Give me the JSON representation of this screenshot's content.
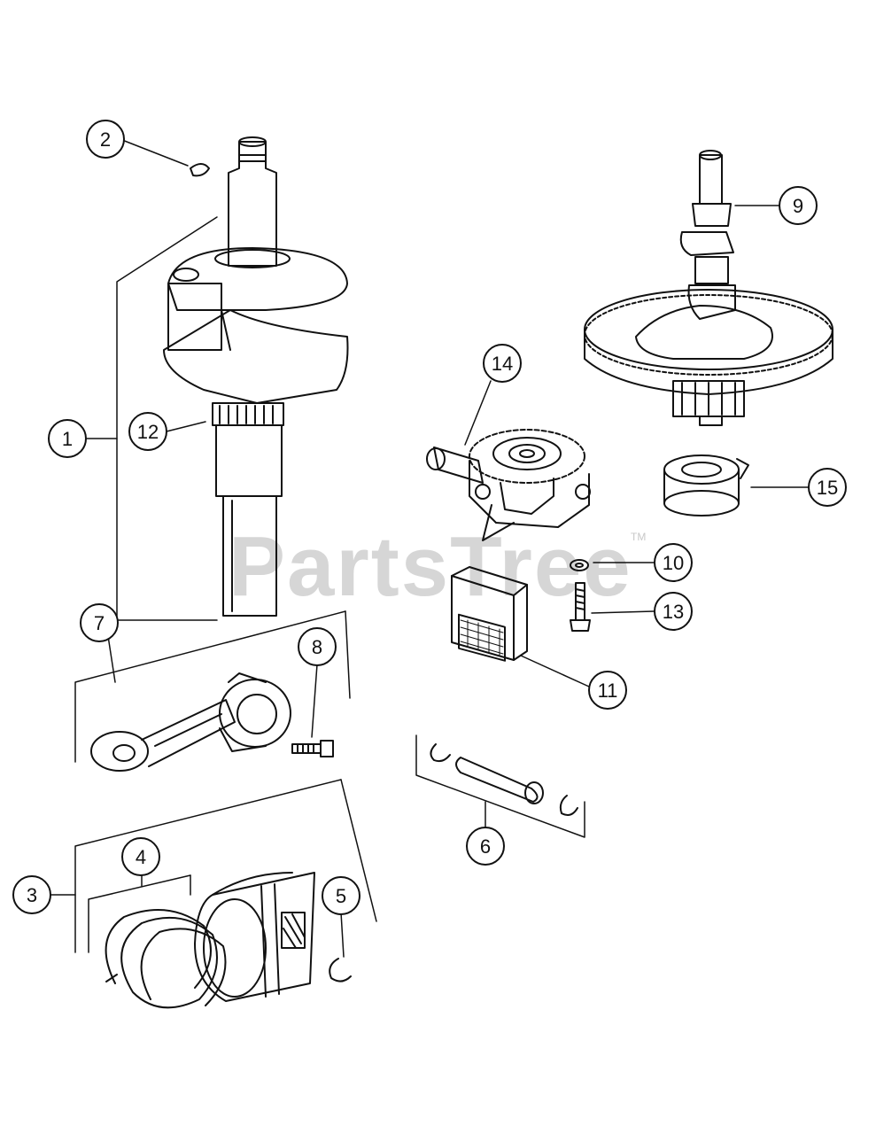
{
  "watermark": {
    "text": "PartsTree",
    "trademark": "TM"
  },
  "callouts": [
    "1",
    "2",
    "3",
    "4",
    "5",
    "6",
    "7",
    "8",
    "9",
    "10",
    "11",
    "12",
    "13",
    "14",
    "15"
  ],
  "colors": {
    "ink": "#111111",
    "watermark": "#d6d6d6",
    "background": "#ffffff"
  }
}
